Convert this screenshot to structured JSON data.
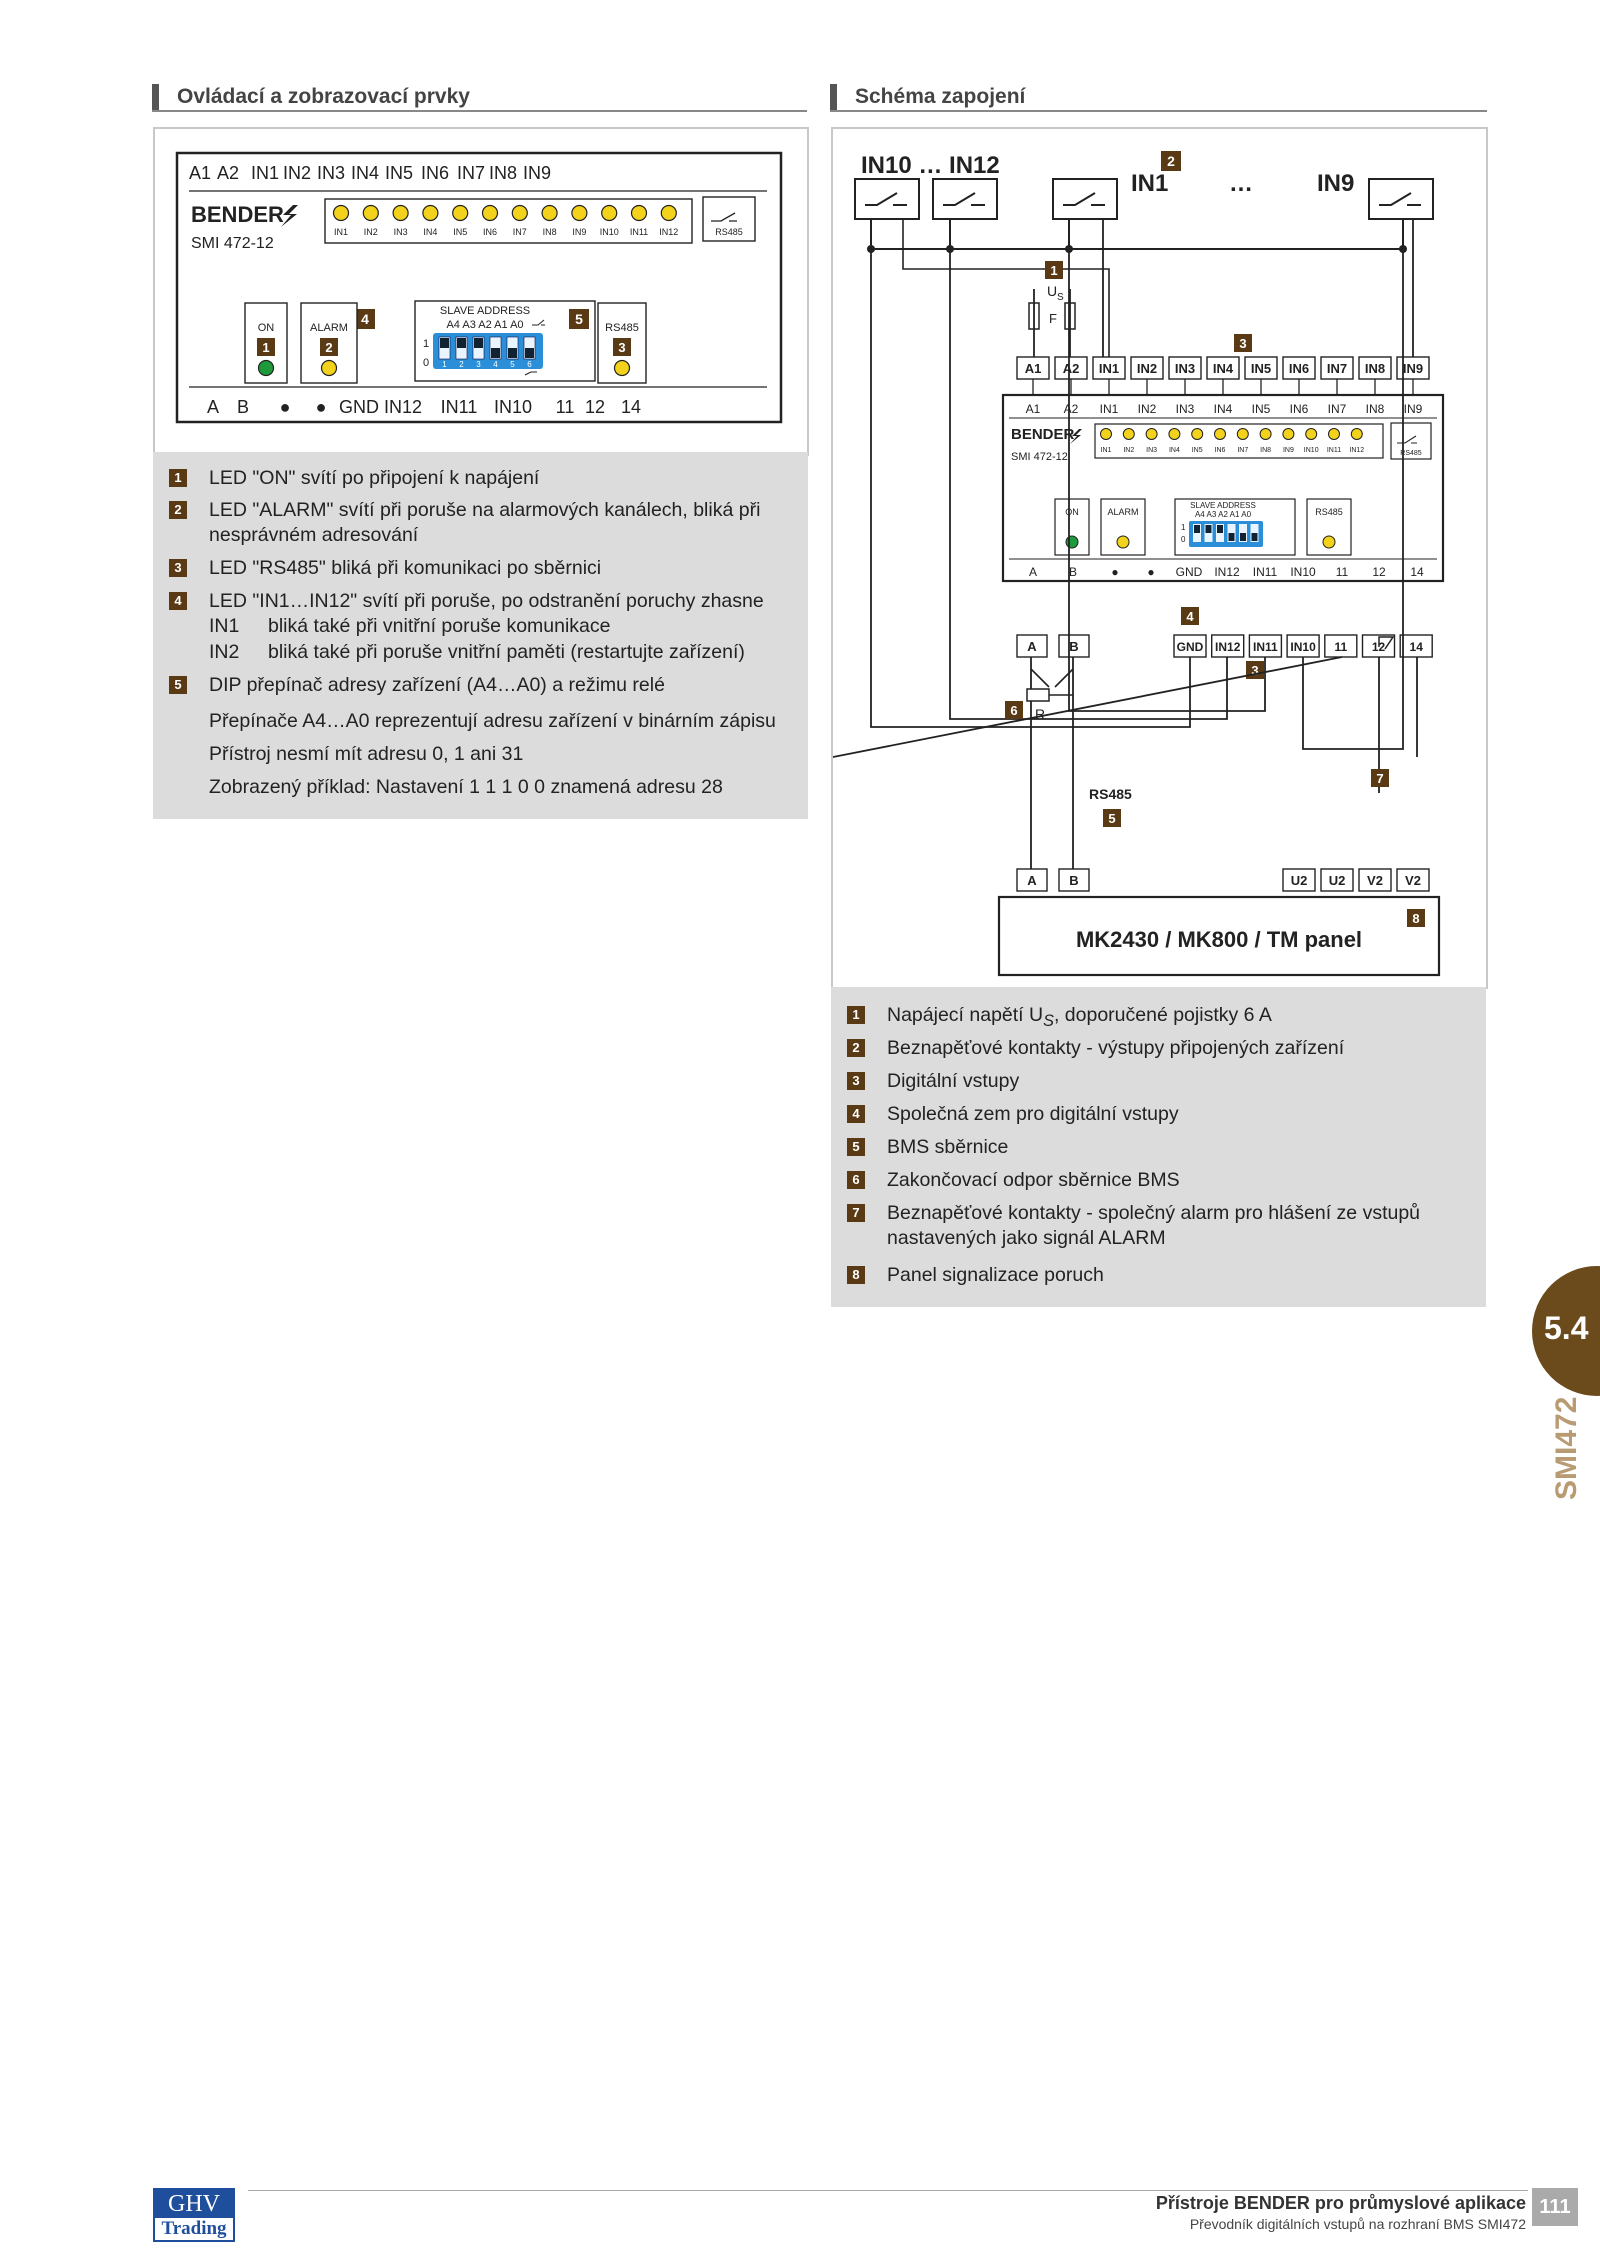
{
  "sections": {
    "left_title": "Ovládací a zobrazovací prvky",
    "right_title": "Schéma zapojení"
  },
  "device": {
    "brand": "BENDER",
    "model": "SMI 472-12",
    "top_terminals": [
      "A1",
      "A2",
      "IN1",
      "IN2",
      "IN3",
      "IN4",
      "IN5",
      "IN6",
      "IN7",
      "IN8",
      "IN9"
    ],
    "led_labels": [
      "IN1",
      "IN2",
      "IN3",
      "IN4",
      "IN5",
      "IN6",
      "IN7",
      "IN8",
      "IN9",
      "IN10",
      "IN11",
      "IN12"
    ],
    "relay_label": "RS485",
    "on_label": "ON",
    "alarm_label": "ALARM",
    "rs485_label": "RS485",
    "slave_title": "SLAVE ADDRESS",
    "slave_bits": "A4 A3 A2 A1 A0",
    "switch_one": "1",
    "switch_zero": "0",
    "dip_numbers": [
      "1",
      "2",
      "3",
      "4",
      "5",
      "6"
    ],
    "bottom_terminals": [
      "A",
      "B",
      "●",
      "●",
      "GND",
      "IN12",
      "IN11",
      "IN10",
      "11",
      "12",
      "14"
    ],
    "dip_positions": [
      1,
      1,
      1,
      0,
      0,
      0
    ]
  },
  "left_legend": {
    "items": [
      {
        "num": "1",
        "text": "LED \"ON\" svítí po připojení k napájení"
      },
      {
        "num": "2",
        "text": "LED \"ALARM\" svítí při poruše na alarmových kanálech, bliká při nesprávném adresování"
      },
      {
        "num": "3",
        "text": "LED \"RS485\" bliká při komunikaci po sběrnici"
      },
      {
        "num": "4",
        "text": "LED \"IN1…IN12\" svítí při poruše, po odstranění poruchy zhasne"
      }
    ],
    "in1_key": "IN1",
    "in1_text": "bliká také při vnitřní poruše komunikace",
    "in2_key": "IN2",
    "in2_text": "bliká také při poruše vnitřní paměti (restartujte zařízení)",
    "item5": {
      "num": "5",
      "text": "DIP přepínač adresy zařízení (A4…A0) a režimu relé"
    },
    "notes": [
      "Přepínače A4…A0 reprezentují adresu zařízení v binárním zápisu",
      "Přístroj nesmí mít adresu 0, 1 ani 31",
      "Zobrazený příklad: Nastavení 1 1 1 0 0 znamená adresu 28"
    ]
  },
  "schematic": {
    "label_in10_12": "IN10 … IN12",
    "label_in1": "IN1",
    "label_dots": "…",
    "label_in9": "IN9",
    "us_label": "U",
    "us_sub": "S",
    "fuse_label": "F",
    "terminal_row": [
      "A1",
      "A2",
      "IN1",
      "IN2",
      "IN3",
      "IN4",
      "IN5",
      "IN6",
      "IN7",
      "IN8",
      "IN9"
    ],
    "lower_left": [
      "A",
      "B"
    ],
    "lower_right": [
      "GND",
      "IN12",
      "IN11",
      "IN10",
      "11",
      "12",
      "14"
    ],
    "resistor_label": "R",
    "bus_label": "RS485",
    "panel_terminals_left": [
      "A",
      "B"
    ],
    "panel_terminals_right": [
      "U2",
      "U2",
      "V2",
      "V2"
    ],
    "panel_name": "MK2430 / MK800 / TM panel"
  },
  "right_legend": {
    "items": [
      {
        "num": "1",
        "text": "Napájecí napětí U",
        "sub": "S",
        "rest": ", doporučené pojistky 6 A"
      },
      {
        "num": "2",
        "text": "Beznapěťové kontakty - výstupy připojených zařízení"
      },
      {
        "num": "3",
        "text": "Digitální vstupy"
      },
      {
        "num": "4",
        "text": "Společná zem pro digitální vstupy"
      },
      {
        "num": "5",
        "text": "BMS sběrnice"
      },
      {
        "num": "6",
        "text": "Zakončovací odpor sběrnice BMS"
      },
      {
        "num": "7",
        "text": "Beznapěťové kontakty - společný alarm pro hlášení ze vstupů nastavených jako signál ALARM"
      },
      {
        "num": "8",
        "text": "Panel signalizace poruch"
      }
    ]
  },
  "side_tab": {
    "number": "5.4",
    "product": "SMI472"
  },
  "footer": {
    "logo_top": "GHV",
    "logo_bottom": "Trading",
    "title": "Přístroje BENDER pro průmyslové aplikace",
    "subtitle": "Převodník digitálních vstupů na rozhraní BMS SMI472",
    "page": "111"
  },
  "colors": {
    "badge": "#5a3a14",
    "led_yellow": "#f2d21a",
    "led_green": "#1e9a3a",
    "dip_blue": "#2a8fd8",
    "tab_brown": "#6b4a1c"
  }
}
